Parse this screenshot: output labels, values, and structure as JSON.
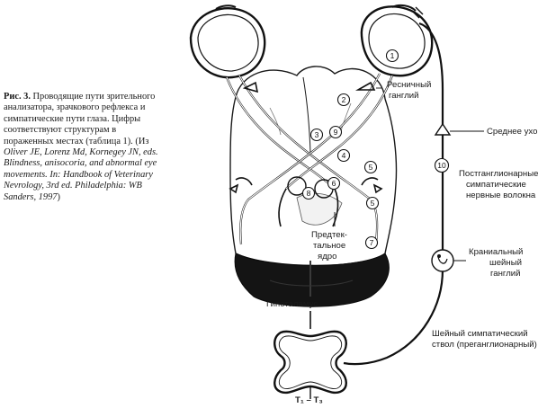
{
  "caption": {
    "fig_label": "Рис. 3.",
    "text_plain": " Проводящие пути зрительного анализатора, зрачкового рефлекса и симпатические пути глаза. Цифры соответствуют структурам в пораженных местах (таблица 1). (Из ",
    "text_italic": "Oliver JE, Lorenz Md, Kornegey JN, eds. Blindness, anisocoria, and abnormal eye movements. In: Handbook of Veterinary Nevrology, 3rd ed. Philadelphia: WB Sanders, 1997",
    "text_end": ")"
  },
  "labels": {
    "ciliary_1": "Ресничный",
    "ciliary_2": "ганглий",
    "middle_ear": "Среднее ухо",
    "postgang_1": "Постганглионарные",
    "postgang_2": "симпатические",
    "postgang_3": "нервные волокна",
    "pretectal_1": "Предтек-",
    "pretectal_2": "тальное",
    "pretectal_3": "ядро",
    "cranial_1": "Краниальный",
    "cranial_2": "шейный",
    "cranial_3": "ганглий",
    "hypothalamus": "Гипоталамус",
    "trunk_1": "Шейный симпатический",
    "trunk_2": "ствол (преганглионарный)",
    "spinal": "T₁ – T₃"
  },
  "markers": [
    "1",
    "2",
    "3",
    "4",
    "5",
    "5",
    "6",
    "7",
    "8",
    "9",
    "10"
  ]
}
